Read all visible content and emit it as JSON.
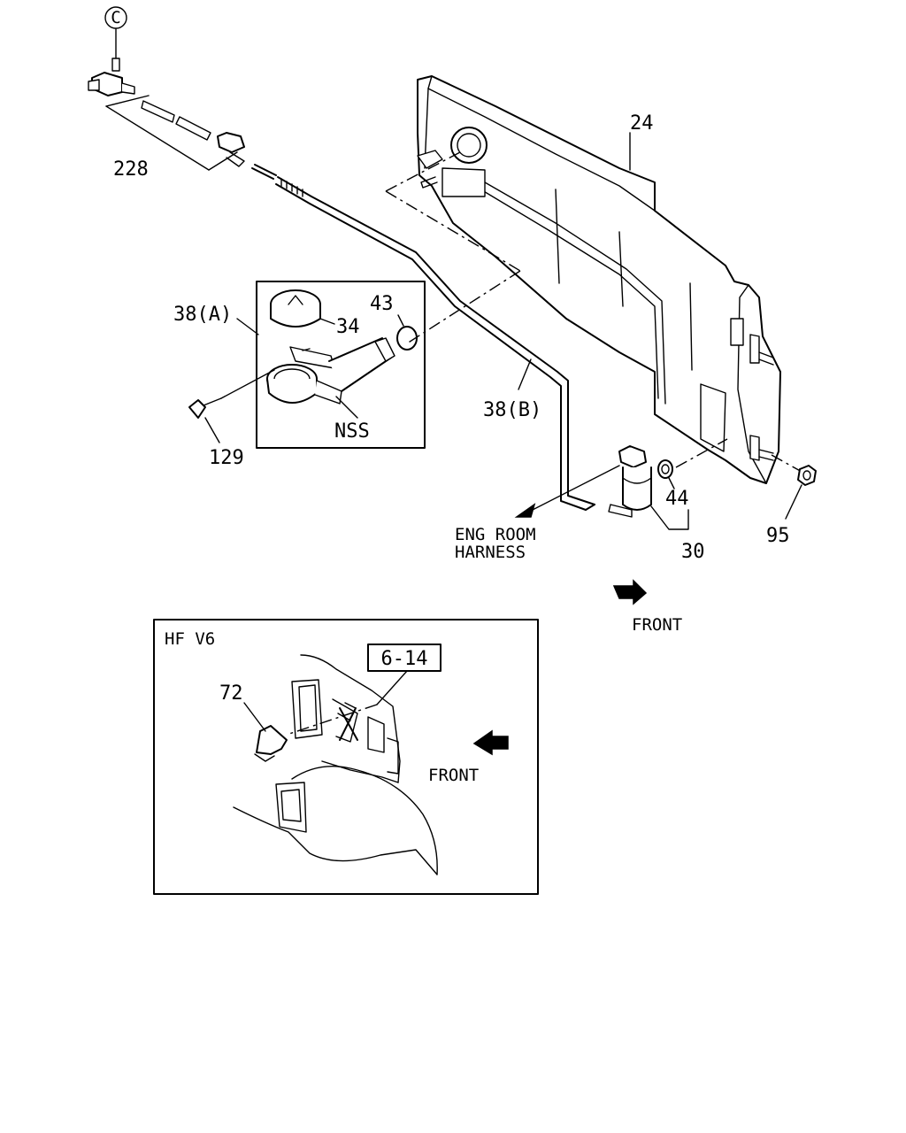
{
  "callouts": {
    "c_circle": "C",
    "p228": "228",
    "p24": "24",
    "p38a": "38(A)",
    "p34": "34",
    "p43": "43",
    "p129": "129",
    "nss": "NSS",
    "p38b": "38(B)",
    "p44": "44",
    "p30": "30",
    "p95": "95"
  },
  "harness": {
    "line1": "ENG ROOM",
    "line2": "HARNESS"
  },
  "front_main": "FRONT",
  "inset": {
    "variant": "HF V6",
    "ref": "6-14",
    "p72": "72",
    "front": "FRONT"
  },
  "icons": [
    "c-circle-icon",
    "front-arrow-icon"
  ]
}
